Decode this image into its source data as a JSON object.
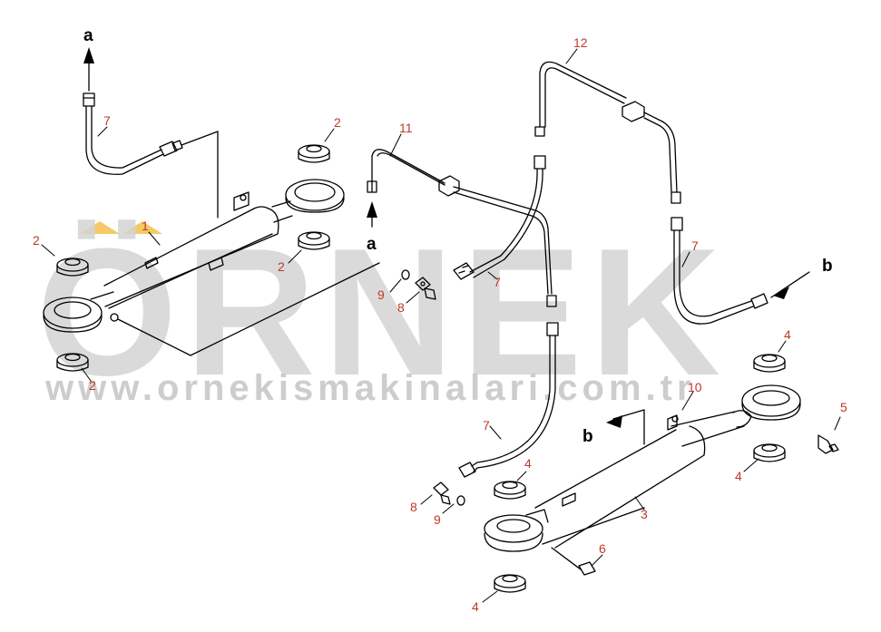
{
  "watermark": {
    "brand": "ÖRNEK",
    "url": "www.ornekismakinalari.com.tr",
    "accent_color": "#f3c14b",
    "text_color": "#d4d4d4"
  },
  "colors": {
    "line": "#000000",
    "callout": "#c0392b"
  },
  "callouts": [
    {
      "id": "c-2a",
      "text": "2"
    },
    {
      "id": "c-2b",
      "text": "2"
    },
    {
      "id": "c-2c",
      "text": "2"
    },
    {
      "id": "c-2d",
      "text": "2"
    },
    {
      "id": "c-1",
      "text": "1"
    },
    {
      "id": "c-7a",
      "text": "7"
    },
    {
      "id": "c-7b",
      "text": "7"
    },
    {
      "id": "c-7c",
      "text": "7"
    },
    {
      "id": "c-7d",
      "text": "7"
    },
    {
      "id": "c-9a",
      "text": "9"
    },
    {
      "id": "c-8a",
      "text": "8"
    },
    {
      "id": "c-11",
      "text": "11"
    },
    {
      "id": "c-12",
      "text": "12"
    },
    {
      "id": "c-4a",
      "text": "4"
    },
    {
      "id": "c-4b",
      "text": "4"
    },
    {
      "id": "c-4c",
      "text": "4"
    },
    {
      "id": "c-4d",
      "text": "4"
    },
    {
      "id": "c-5",
      "text": "5"
    },
    {
      "id": "c-10",
      "text": "10"
    },
    {
      "id": "c-3",
      "text": "3"
    },
    {
      "id": "c-6",
      "text": "6"
    },
    {
      "id": "c-8b",
      "text": "8"
    },
    {
      "id": "c-9b",
      "text": "9"
    }
  ],
  "letters": [
    {
      "id": "l-a-top",
      "text": "a"
    },
    {
      "id": "l-a-mid",
      "text": "a"
    },
    {
      "id": "l-b-right",
      "text": "b"
    },
    {
      "id": "l-b-left",
      "text": "b"
    }
  ]
}
